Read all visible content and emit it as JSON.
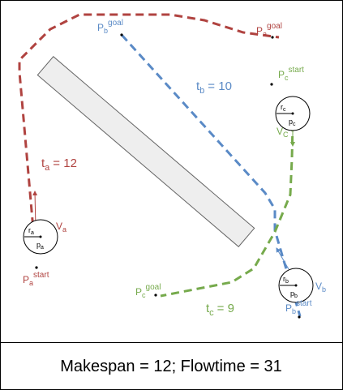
{
  "colors": {
    "agent_a": "#b04340",
    "agent_b": "#5a8ac6",
    "agent_c": "#76aa4c",
    "obstacle_fill": "#eeeeee",
    "frame": "#000000"
  },
  "agents": {
    "a": {
      "velocity_label": "V",
      "velocity_sub": "a",
      "radius_label": "r",
      "radius_sub": "a",
      "position_label": "p",
      "position_sub": "a",
      "start_label": "P",
      "start_sub": "a",
      "start_sup": "start",
      "goal_label": "P",
      "goal_sub": "a",
      "goal_sup": "goal",
      "time_label": "t",
      "time_sub": "a",
      "time_value": "= 12"
    },
    "b": {
      "velocity_label": "V",
      "velocity_sub": "b",
      "radius_label": "r",
      "radius_sub": "b",
      "position_label": "p",
      "position_sub": "b",
      "start_label": "P",
      "start_sub": "b",
      "start_sup": "start",
      "goal_label": "P",
      "goal_sub": "b",
      "goal_sup": "goal",
      "time_label": "t",
      "time_sub": "b",
      "time_value": "= 10"
    },
    "c": {
      "velocity_label": "V",
      "velocity_sub": "C",
      "radius_label": "r",
      "radius_sub": "c",
      "position_label": "p",
      "position_sub": "c",
      "start_label": "P",
      "start_sub": "c",
      "start_sup": "start",
      "goal_label": "P",
      "goal_sub": "c",
      "goal_sup": "goal",
      "time_label": "t",
      "time_sub": "c",
      "time_value": "= 9"
    }
  },
  "caption": "Makespan = 12; Flowtime = 31"
}
